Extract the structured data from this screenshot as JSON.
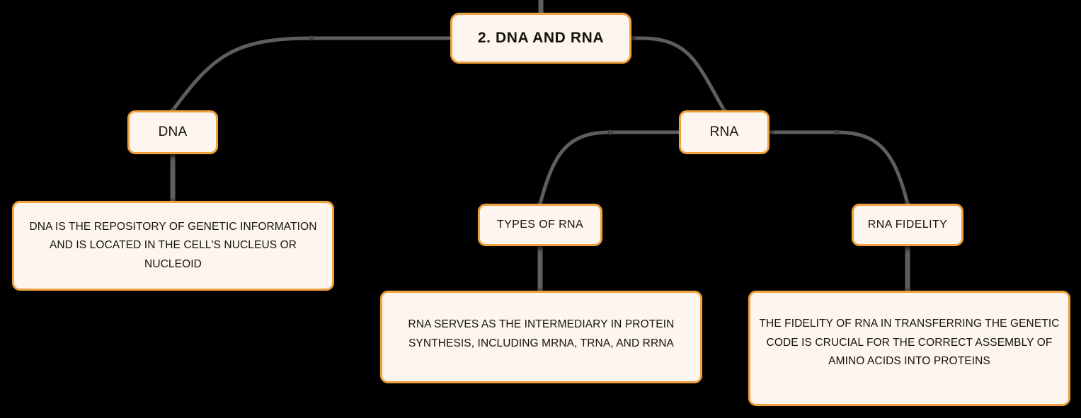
{
  "diagram": {
    "type": "mind-map",
    "background_color": "#000000",
    "node_fill_color": "#FDF6EE",
    "node_border_color": "#F0A03C",
    "node_text_color": "#17120E",
    "connector_color": "#5E5E5E",
    "root": {
      "id": "root",
      "label": "2. DNA AND RNA"
    },
    "branches": [
      {
        "id": "dna",
        "label": "DNA",
        "children": [
          {
            "id": "dna-desc",
            "label": "DNA IS THE REPOSITORY OF GENETIC INFORMATION AND IS LOCATED IN THE CELL'S NUCLEUS OR NUCLEOID"
          }
        ]
      },
      {
        "id": "rna",
        "label": "RNA",
        "children": [
          {
            "id": "types-of-rna",
            "label": "TYPES OF RNA",
            "children": [
              {
                "id": "types-desc",
                "label": "RNA SERVES AS THE INTERMEDIARY IN PROTEIN SYNTHESIS, INCLUDING MRNA, TRNA, AND RRNA"
              }
            ]
          },
          {
            "id": "rna-fidelity",
            "label": "RNA FIDELITY",
            "children": [
              {
                "id": "fidelity-desc",
                "label": "THE FIDELITY OF RNA IN TRANSFERRING THE GENETIC CODE IS CRUCIAL FOR THE CORRECT ASSEMBLY OF AMINO ACIDS INTO PROTEINS"
              }
            ]
          }
        ]
      }
    ]
  }
}
